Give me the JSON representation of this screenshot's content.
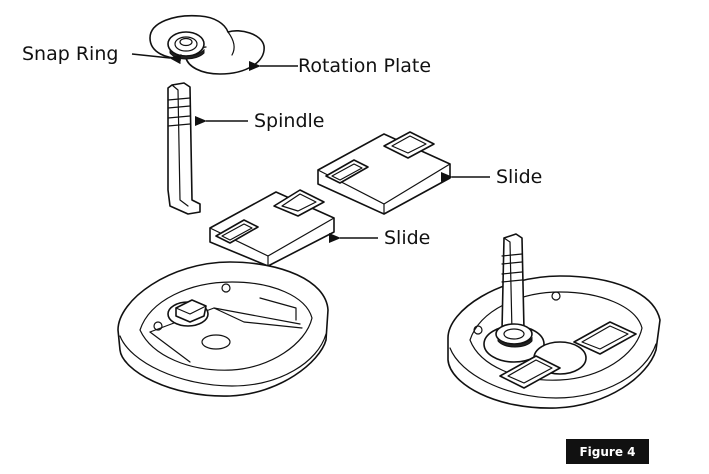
{
  "labels": {
    "snap_ring": "Snap Ring",
    "rotation_plate": "Rotation Plate",
    "spindle": "Spindle",
    "slide_upper": "Slide",
    "slide_lower": "Slide"
  },
  "figure": {
    "caption": "Figure 4"
  },
  "colors": {
    "line": "#111111",
    "background": "#ffffff",
    "badge_background": "#111111",
    "badge_text": "#ffffff"
  }
}
